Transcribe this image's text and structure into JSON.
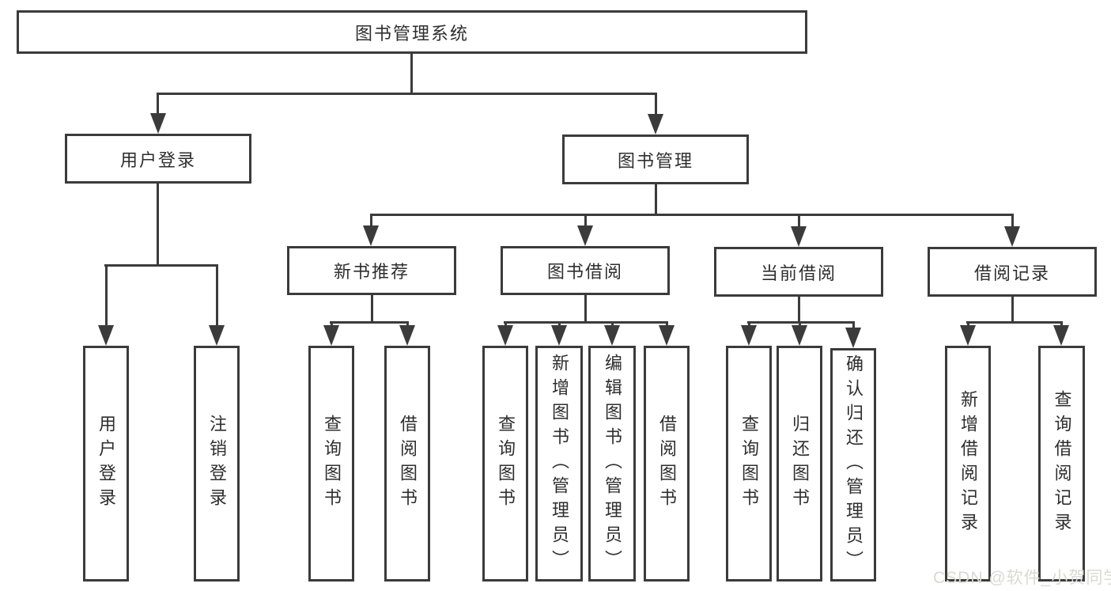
{
  "diagram": {
    "root": {
      "label": "图书管理系统"
    },
    "branches": [
      {
        "label": "用户登录",
        "leaves": [
          {
            "label": "用户登录"
          },
          {
            "label": "注销登录"
          }
        ]
      },
      {
        "label": "图书管理",
        "groups": [
          {
            "label": "新书推荐",
            "leaves": [
              {
                "label": "查询图书"
              },
              {
                "label": "借阅图书"
              }
            ]
          },
          {
            "label": "图书借阅",
            "leaves": [
              {
                "label": "查询图书"
              },
              {
                "label": "新增图书（管理员）"
              },
              {
                "label": "编辑图书（管理员）"
              },
              {
                "label": "借阅图书"
              }
            ]
          },
          {
            "label": "当前借阅",
            "leaves": [
              {
                "label": "查询图书"
              },
              {
                "label": "归还图书"
              },
              {
                "label": "确认归还（管理员）"
              }
            ]
          },
          {
            "label": "借阅记录",
            "leaves": [
              {
                "label": "新增借阅记录"
              },
              {
                "label": "查询借阅记录"
              }
            ]
          }
        ]
      }
    ]
  },
  "watermark": {
    "text": "CSDN @软件_小贺同学"
  },
  "colors": {
    "line": "#3b3b3b",
    "text": "#2e2e2e",
    "background": "#ffffff",
    "watermark": "#d9d9d5"
  }
}
